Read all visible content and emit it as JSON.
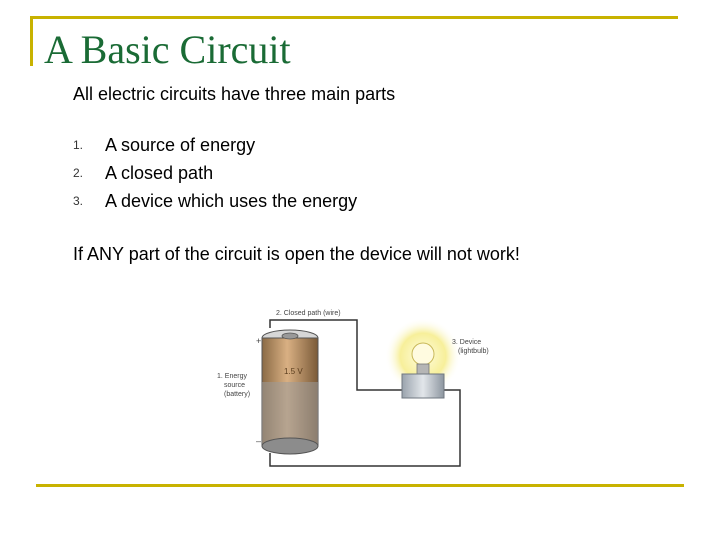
{
  "slide": {
    "title": "A Basic Circuit",
    "intro": "All electric circuits have three main parts",
    "parts": [
      {
        "number": "1.",
        "text": "A source of energy"
      },
      {
        "number": "2.",
        "text": "A closed path"
      },
      {
        "number": "3.",
        "text": "A device which uses the energy"
      }
    ],
    "warning": "If ANY part of the circuit is open the device will not work!"
  },
  "diagram": {
    "label_closed_path": "2. Closed path (wire)",
    "label_device_line1": "3. Device",
    "label_device_line2": "(lightbulb)",
    "label_energy_line1": "1. Energy",
    "label_energy_line2": "source",
    "label_energy_line3": "(battery)",
    "battery_voltage": "1.5 V",
    "plus_sign": "+",
    "minus_sign": "–"
  },
  "colors": {
    "title": "#1a6b35",
    "frame": "#c8b200",
    "bulb_glow": "#f7ef9a",
    "battery_body": "#c79a6a"
  }
}
